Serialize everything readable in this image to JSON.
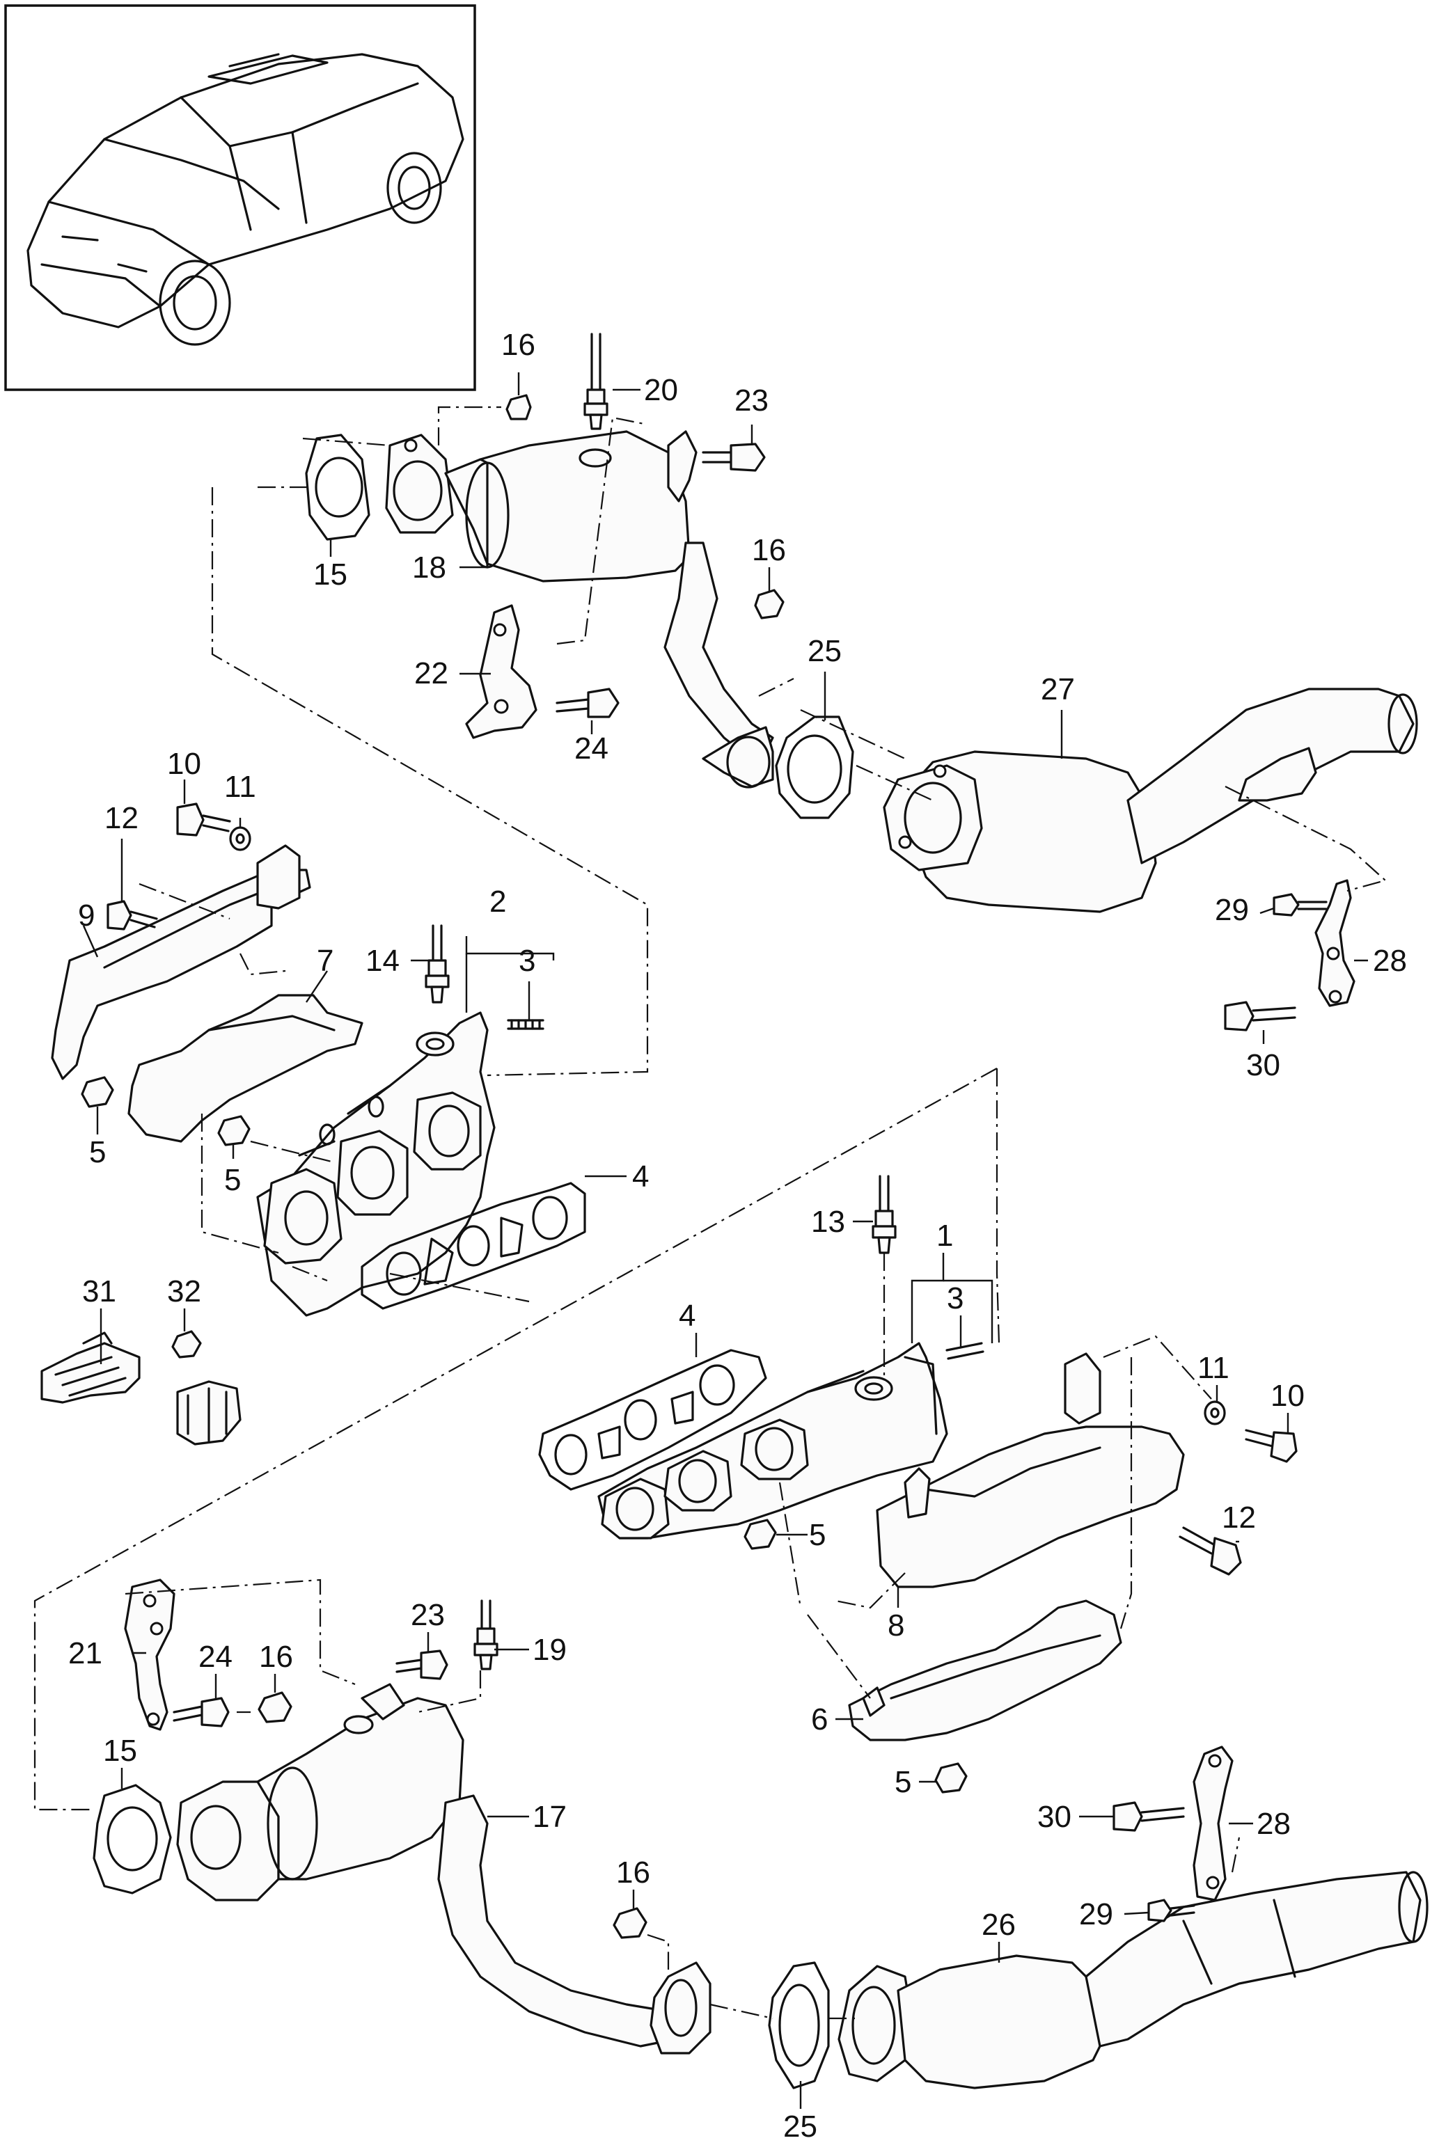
{
  "callouts": [
    {
      "id": "c16a",
      "text": "16"
    },
    {
      "id": "c20",
      "text": "20"
    },
    {
      "id": "c23a",
      "text": "23"
    },
    {
      "id": "c15a",
      "text": "15"
    },
    {
      "id": "c18",
      "text": "18"
    },
    {
      "id": "c16b",
      "text": "16"
    },
    {
      "id": "c22",
      "text": "22"
    },
    {
      "id": "c25a",
      "text": "25"
    },
    {
      "id": "c24a",
      "text": "24"
    },
    {
      "id": "c27",
      "text": "27"
    },
    {
      "id": "c10a",
      "text": "10"
    },
    {
      "id": "c11a",
      "text": "11"
    },
    {
      "id": "c12a",
      "text": "12"
    },
    {
      "id": "c2",
      "text": "2"
    },
    {
      "id": "c9",
      "text": "9"
    },
    {
      "id": "c14",
      "text": "14"
    },
    {
      "id": "c3a",
      "text": "3"
    },
    {
      "id": "c7",
      "text": "7"
    },
    {
      "id": "c29a",
      "text": "29"
    },
    {
      "id": "c28a",
      "text": "28"
    },
    {
      "id": "c30a",
      "text": "30"
    },
    {
      "id": "c5a",
      "text": "5"
    },
    {
      "id": "c5b",
      "text": "5"
    },
    {
      "id": "c4a",
      "text": "4"
    },
    {
      "id": "c13",
      "text": "13"
    },
    {
      "id": "c1",
      "text": "1"
    },
    {
      "id": "c31",
      "text": "31"
    },
    {
      "id": "c32",
      "text": "32"
    },
    {
      "id": "c4b",
      "text": "4"
    },
    {
      "id": "c3b",
      "text": "3"
    },
    {
      "id": "c11b",
      "text": "11"
    },
    {
      "id": "c10b",
      "text": "10"
    },
    {
      "id": "c5c",
      "text": "5"
    },
    {
      "id": "c12b",
      "text": "12"
    },
    {
      "id": "c8",
      "text": "8"
    },
    {
      "id": "c23b",
      "text": "23"
    },
    {
      "id": "c19",
      "text": "19"
    },
    {
      "id": "c21",
      "text": "21"
    },
    {
      "id": "c24b",
      "text": "24"
    },
    {
      "id": "c16c",
      "text": "16"
    },
    {
      "id": "c15b",
      "text": "15"
    },
    {
      "id": "c6",
      "text": "6"
    },
    {
      "id": "c5d",
      "text": "5"
    },
    {
      "id": "c17",
      "text": "17"
    },
    {
      "id": "c30b",
      "text": "30"
    },
    {
      "id": "c28b",
      "text": "28"
    },
    {
      "id": "c16d",
      "text": "16"
    },
    {
      "id": "c26",
      "text": "26"
    },
    {
      "id": "c29b",
      "text": "29"
    },
    {
      "id": "c25b",
      "text": "25"
    }
  ]
}
